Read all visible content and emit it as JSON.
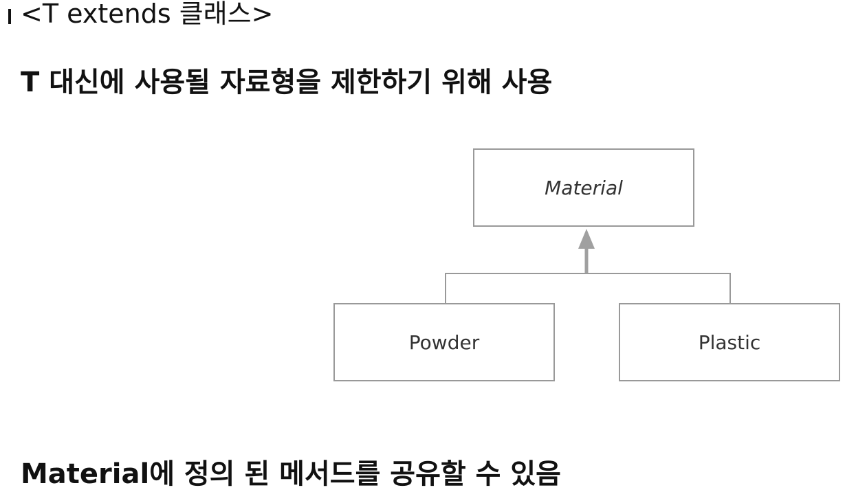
{
  "heading": "<T extends 클래스>",
  "subheading": "T 대신에 사용될 자료형을 제한하기 위해 사용",
  "footer": "Material에 정의 된 메서드를 공유할 수 있음",
  "diagram": {
    "parent": "Material",
    "children": [
      "Powder",
      "Plastic"
    ]
  },
  "colors": {
    "text": "#111111",
    "box_border": "#999999",
    "arrow": "#a0a0a0",
    "label": "#333333"
  }
}
